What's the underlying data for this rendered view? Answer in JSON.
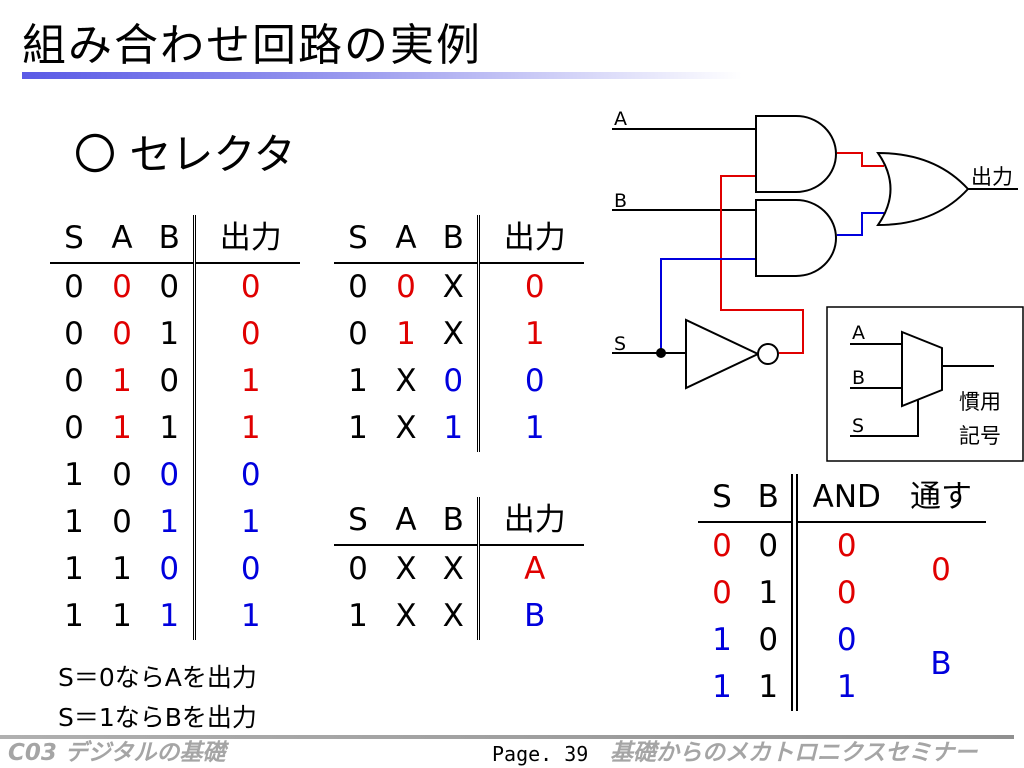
{
  "title": "組み合わせ回路の実例",
  "section_heading": "〇 セレクタ",
  "colors": {
    "red": "#e00000",
    "blue": "#0000dd",
    "black": "#000000"
  },
  "table1": {
    "headers": [
      "S",
      "A",
      "B",
      "出力"
    ],
    "rows": [
      [
        {
          "t": "0",
          "c": "black"
        },
        {
          "t": "0",
          "c": "red"
        },
        {
          "t": "0",
          "c": "black"
        },
        {
          "t": "0",
          "c": "red"
        }
      ],
      [
        {
          "t": "0",
          "c": "black"
        },
        {
          "t": "0",
          "c": "red"
        },
        {
          "t": "1",
          "c": "black"
        },
        {
          "t": "0",
          "c": "red"
        }
      ],
      [
        {
          "t": "0",
          "c": "black"
        },
        {
          "t": "1",
          "c": "red"
        },
        {
          "t": "0",
          "c": "black"
        },
        {
          "t": "1",
          "c": "red"
        }
      ],
      [
        {
          "t": "0",
          "c": "black"
        },
        {
          "t": "1",
          "c": "red"
        },
        {
          "t": "1",
          "c": "black"
        },
        {
          "t": "1",
          "c": "red"
        }
      ],
      [
        {
          "t": "1",
          "c": "black"
        },
        {
          "t": "0",
          "c": "black"
        },
        {
          "t": "0",
          "c": "blue"
        },
        {
          "t": "0",
          "c": "blue"
        }
      ],
      [
        {
          "t": "1",
          "c": "black"
        },
        {
          "t": "0",
          "c": "black"
        },
        {
          "t": "1",
          "c": "blue"
        },
        {
          "t": "1",
          "c": "blue"
        }
      ],
      [
        {
          "t": "1",
          "c": "black"
        },
        {
          "t": "1",
          "c": "black"
        },
        {
          "t": "0",
          "c": "blue"
        },
        {
          "t": "0",
          "c": "blue"
        }
      ],
      [
        {
          "t": "1",
          "c": "black"
        },
        {
          "t": "1",
          "c": "black"
        },
        {
          "t": "1",
          "c": "blue"
        },
        {
          "t": "1",
          "c": "blue"
        }
      ]
    ]
  },
  "table2": {
    "headers": [
      "S",
      "A",
      "B",
      "出力"
    ],
    "rows": [
      [
        {
          "t": "0",
          "c": "black"
        },
        {
          "t": "0",
          "c": "red"
        },
        {
          "t": "X",
          "c": "black"
        },
        {
          "t": "0",
          "c": "red"
        }
      ],
      [
        {
          "t": "0",
          "c": "black"
        },
        {
          "t": "1",
          "c": "red"
        },
        {
          "t": "X",
          "c": "black"
        },
        {
          "t": "1",
          "c": "red"
        }
      ],
      [
        {
          "t": "1",
          "c": "black"
        },
        {
          "t": "X",
          "c": "black"
        },
        {
          "t": "0",
          "c": "blue"
        },
        {
          "t": "0",
          "c": "blue"
        }
      ],
      [
        {
          "t": "1",
          "c": "black"
        },
        {
          "t": "X",
          "c": "black"
        },
        {
          "t": "1",
          "c": "blue"
        },
        {
          "t": "1",
          "c": "blue"
        }
      ]
    ]
  },
  "table3": {
    "headers": [
      "S",
      "A",
      "B",
      "出力"
    ],
    "rows": [
      [
        {
          "t": "0",
          "c": "black"
        },
        {
          "t": "X",
          "c": "black"
        },
        {
          "t": "X",
          "c": "black"
        },
        {
          "t": "A",
          "c": "red"
        }
      ],
      [
        {
          "t": "1",
          "c": "black"
        },
        {
          "t": "X",
          "c": "black"
        },
        {
          "t": "X",
          "c": "black"
        },
        {
          "t": "B",
          "c": "blue"
        }
      ]
    ]
  },
  "table4": {
    "headers": [
      "S",
      "B",
      "AND",
      "通す"
    ],
    "rows": [
      [
        {
          "t": "0",
          "c": "red"
        },
        {
          "t": "0",
          "c": "black"
        },
        {
          "t": "0",
          "c": "red"
        }
      ],
      [
        {
          "t": "0",
          "c": "red"
        },
        {
          "t": "1",
          "c": "black"
        },
        {
          "t": "0",
          "c": "red"
        }
      ],
      [
        {
          "t": "1",
          "c": "blue"
        },
        {
          "t": "0",
          "c": "black"
        },
        {
          "t": "0",
          "c": "blue"
        }
      ],
      [
        {
          "t": "1",
          "c": "blue"
        },
        {
          "t": "1",
          "c": "black"
        },
        {
          "t": "1",
          "c": "blue"
        }
      ]
    ],
    "pass": [
      {
        "t": "0",
        "c": "red"
      },
      {
        "t": "B",
        "c": "blue"
      }
    ]
  },
  "notes": [
    "S＝0ならAを出力",
    "S＝1ならBを出力"
  ],
  "circuit": {
    "input_a": "A",
    "input_b": "B",
    "input_s": "S",
    "output": "出力"
  },
  "symbol": {
    "input_a": "A",
    "input_b": "B",
    "input_s": "S",
    "caption_line1": "慣用",
    "caption_line2": "記号"
  },
  "footer": {
    "left": "C03 デジタルの基礎",
    "page": "Page. 39",
    "right": "基礎からのメカトロニクスセミナー"
  }
}
